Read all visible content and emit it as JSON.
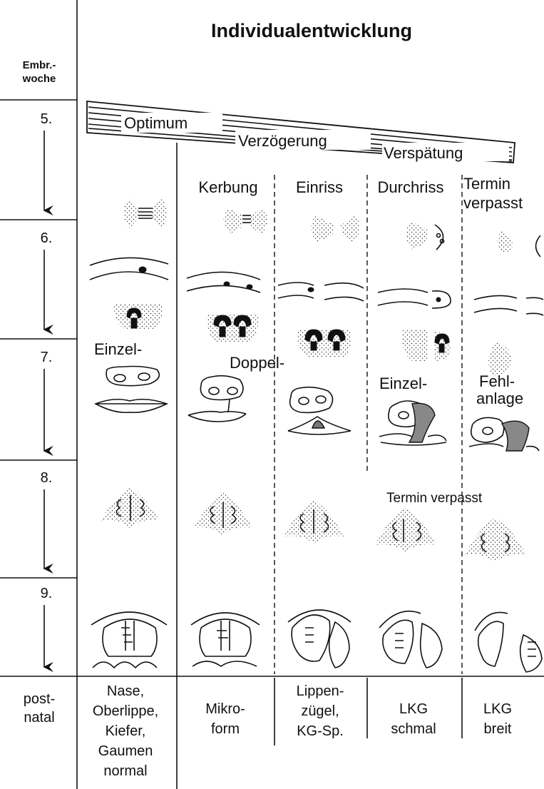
{
  "title": "Individualentwicklung",
  "week_header": [
    "Embr.-",
    "woche"
  ],
  "weeks": [
    "5.",
    "6.",
    "7.",
    "8.",
    "9."
  ],
  "postnatal_label": [
    "post-",
    "natal"
  ],
  "timing_band": {
    "optimum": "Optimum",
    "delay": "Verzögerung",
    "late": "Verspätung"
  },
  "columns": [
    {
      "header": [],
      "outcome": [
        "Nase,",
        "Oberlippe,",
        "Kiefer,",
        "Gaumen",
        "normal"
      ]
    },
    {
      "header": [
        "Kerbung"
      ],
      "outcome": [
        "Mikro-",
        "form"
      ]
    },
    {
      "header": [
        "Einriss"
      ],
      "outcome": [
        "Lippen-",
        "zügel,",
        "KG-Sp."
      ]
    },
    {
      "header": [
        "Durchriss"
      ],
      "outcome": [
        "LKG",
        "schmal"
      ]
    },
    {
      "header": [
        "Termin",
        "verpasst"
      ],
      "outcome": [
        "LKG",
        "breit"
      ]
    }
  ],
  "annotations": {
    "single_1": "Einzel-",
    "double": "Doppel-",
    "single_2": "Einzel-",
    "malformation": [
      "Fehl-",
      "anlage"
    ],
    "missed_8": "Termin verpasst"
  }
}
